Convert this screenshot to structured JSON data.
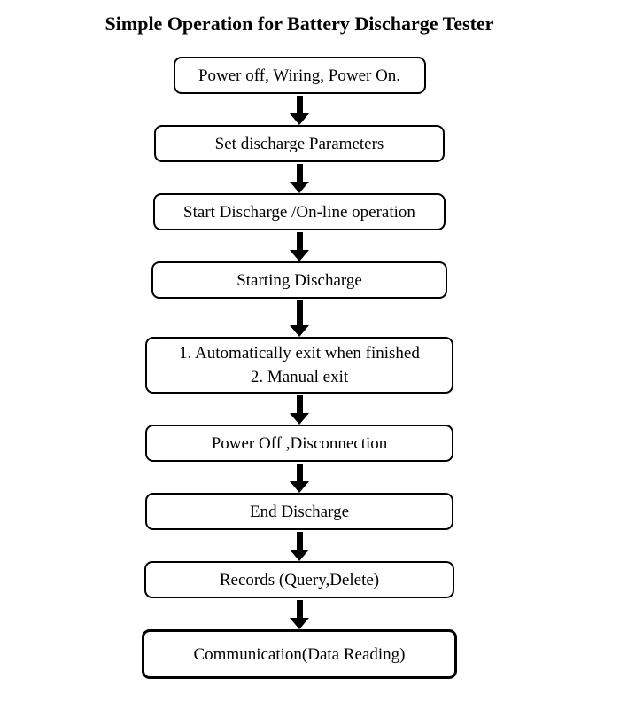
{
  "title": "Simple Operation for Battery Discharge Tester",
  "flow": {
    "steps": [
      {
        "label": "Power off, Wiring, Power On."
      },
      {
        "label": "Set discharge Parameters"
      },
      {
        "label": "Start Discharge /On-line operation"
      },
      {
        "label": "Starting Discharge"
      },
      {
        "lines": [
          "1. Automatically exit when finished",
          "2. Manual exit"
        ]
      },
      {
        "label": "Power Off ,Disconnection"
      },
      {
        "label": "End Discharge"
      },
      {
        "label": "Records (Query,Delete)"
      },
      {
        "label": "Communication(Data Reading)"
      }
    ]
  },
  "colors": {
    "background": "#ffffff",
    "box_fill": "#ffffff",
    "box_border": "#000000",
    "text": "#000000",
    "arrow": "#000000"
  }
}
